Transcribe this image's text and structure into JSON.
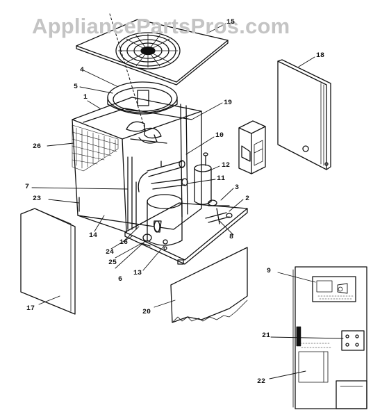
{
  "watermark": "AppliancePartsPros.com",
  "callouts": {
    "c1": "1",
    "c2": "2",
    "c3": "3",
    "c4": "4",
    "c5": "5",
    "c6": "6",
    "c7": "7",
    "c8": "8",
    "c9": "9",
    "c10": "10",
    "c11": "11",
    "c12": "12",
    "c13": "13",
    "c14": "14",
    "c15": "15",
    "c16": "16",
    "c17": "17",
    "c18": "18",
    "c19": "19",
    "c20": "20",
    "c21": "21",
    "c22": "22",
    "c23": "23",
    "c24": "24",
    "c25": "25",
    "c26": "26"
  },
  "colors": {
    "ink": "#111111",
    "watermark": "#c4c4c4",
    "background": "#ffffff"
  }
}
